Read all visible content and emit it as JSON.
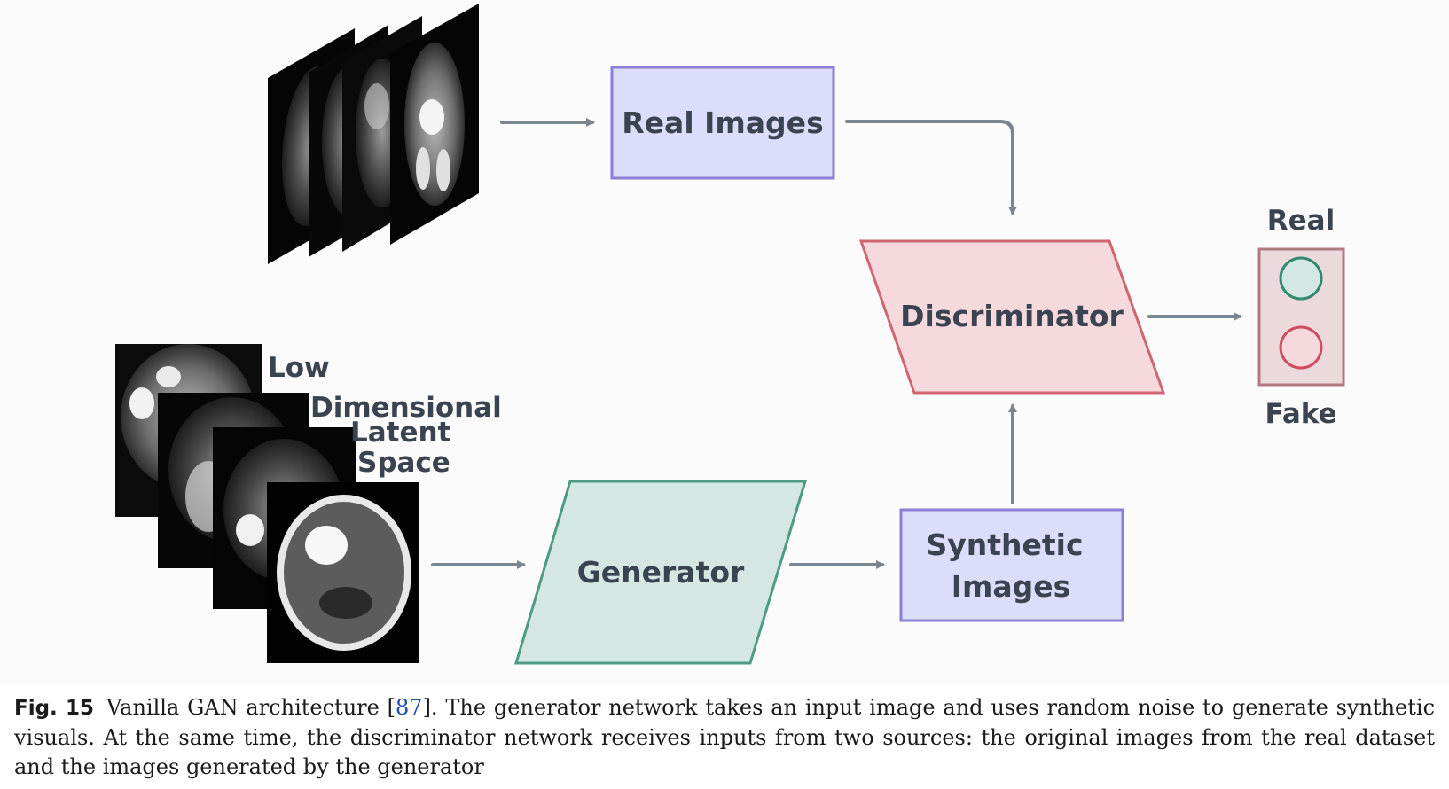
{
  "diagram": {
    "nodes": {
      "real_images": "Real Images",
      "discriminator": "Discriminator",
      "generator": "Generator",
      "synthetic_images_line1": "Synthetic",
      "synthetic_images_line2": "Images"
    },
    "latent_label": {
      "line1": "Low",
      "line2": "Dimensional",
      "line3": "Latent",
      "line4": "Space"
    },
    "output": {
      "real": "Real",
      "fake": "Fake"
    },
    "colors": {
      "image_box_fill": "#dcdcfb",
      "image_box_stroke": "#8a7fd6",
      "discriminator_fill": "#f6d9dd",
      "discriminator_stroke": "#d06672",
      "generator_fill": "#d5e7e2",
      "generator_stroke": "#4f9a83",
      "arrow": "#7b8590",
      "real_circle": "#2f8a70",
      "fake_circle": "#d04c63"
    }
  },
  "caption": {
    "fig_label": "Fig. 15",
    "text_before_ref": "Vanilla GAN architecture [",
    "ref": "87",
    "text_after_ref": "]. The generator network takes an input image and uses random noise to generate synthetic visuals. At the same time, the discriminator network receives inputs from two sources: the original images from the real dataset and the images generated by the generator"
  }
}
